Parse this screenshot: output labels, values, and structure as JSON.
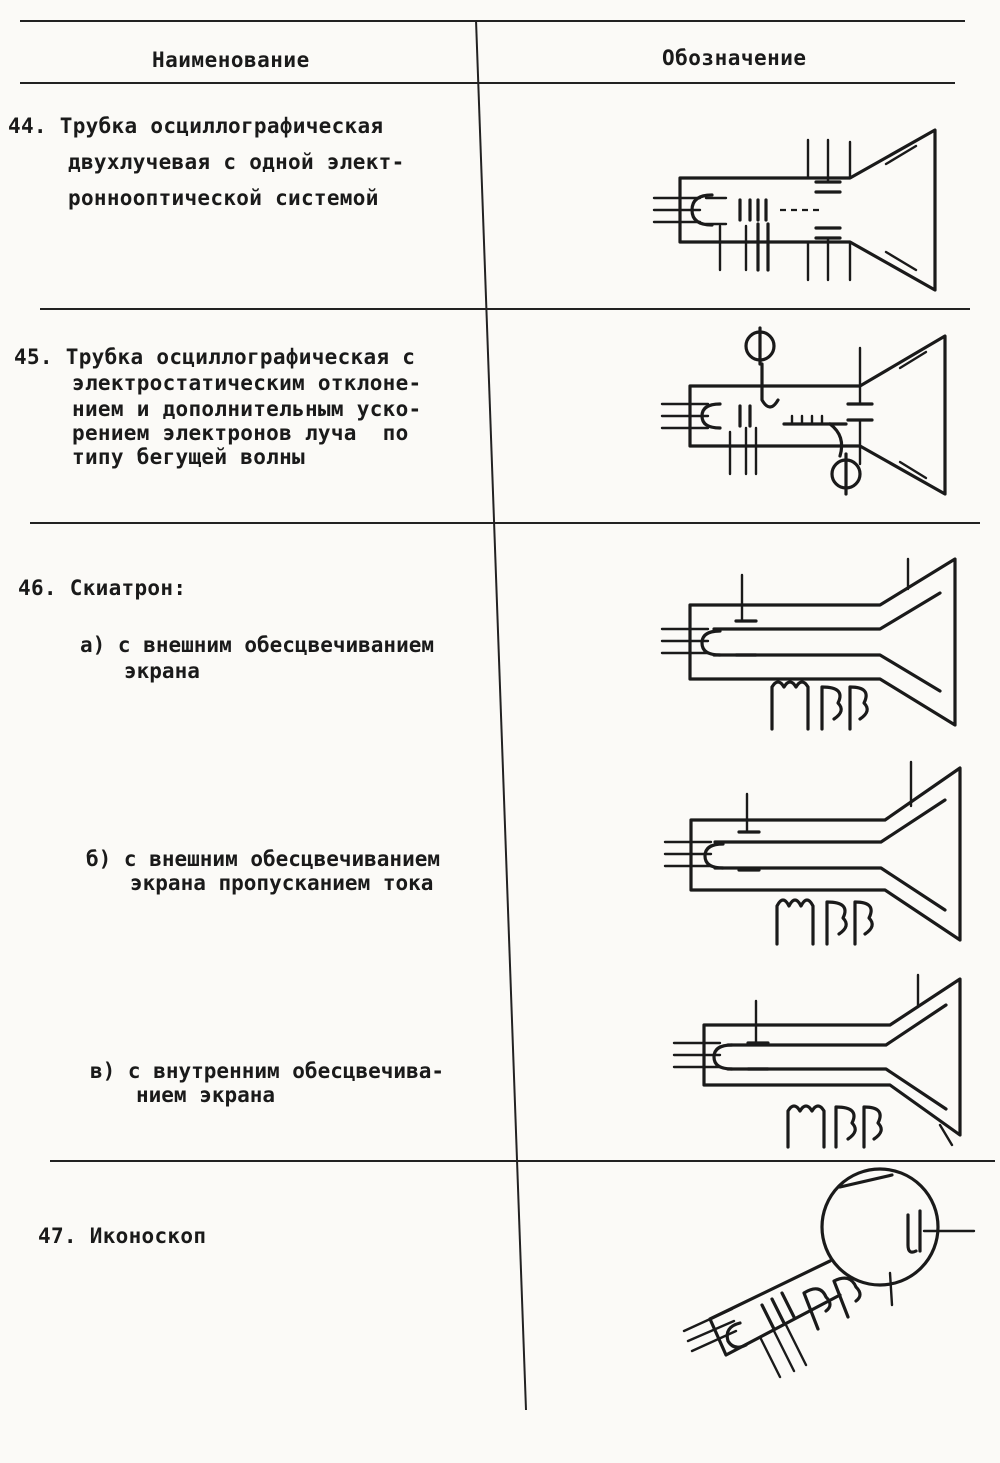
{
  "header": {
    "col_name": "Наименование",
    "col_symbol": "Обозначение"
  },
  "items": [
    {
      "lines": [
        "44. Трубка осциллографическая",
        "двухлучевая с одной элект-",
        "ронно­оптической системой"
      ],
      "symbol_icon": "dual-beam-oscillograph-tube-icon"
    },
    {
      "lines": [
        "45. Трубка осциллографическая с",
        "электростатическим отклоне-",
        "нием и дополнительным уско-",
        "рением электронов луча  по",
        "типу бегущей волны"
      ],
      "symbol_icon": "traveling-wave-oscillograph-tube-icon"
    },
    {
      "title": "46. Скиатрон:",
      "subs": [
        {
          "lines": [
            "а) с внешним обесцвечиванием",
            "экрана"
          ],
          "symbol_icon": "skiatron-external-bleach-icon"
        },
        {
          "lines": [
            "б) с внешним обесцвечиванием",
            "экрана пропусканием тока"
          ],
          "symbol_icon": "skiatron-current-bleach-icon"
        },
        {
          "lines": [
            "в) с внутренним обесцвечива-",
            "нием экрана"
          ],
          "symbol_icon": "skiatron-internal-bleach-icon"
        }
      ]
    },
    {
      "lines": [
        "47. Иконоскоп"
      ],
      "symbol_icon": "iconoscope-icon"
    }
  ]
}
